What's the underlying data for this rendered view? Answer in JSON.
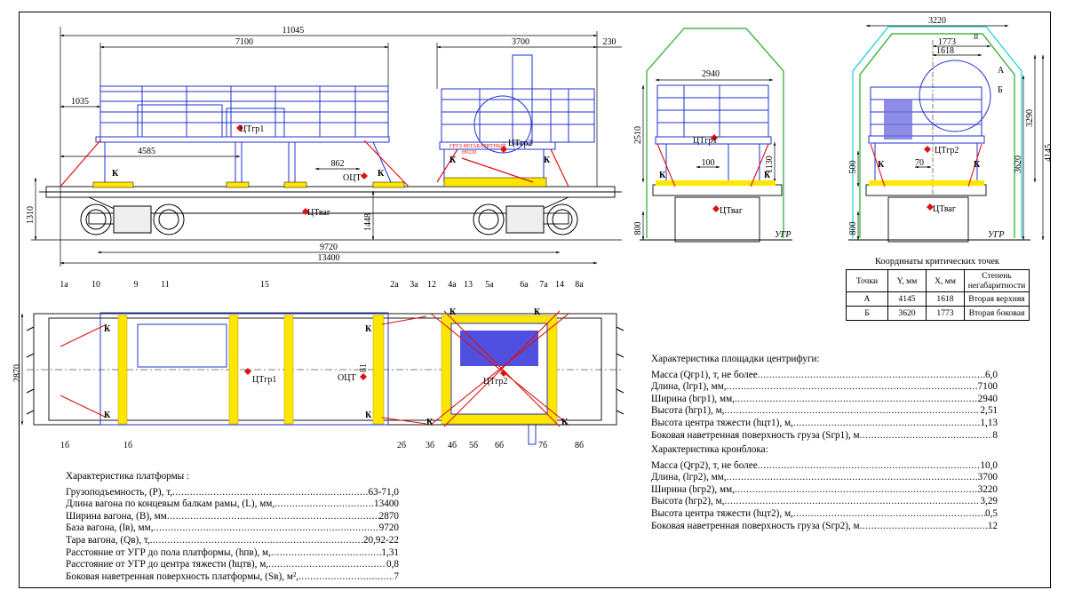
{
  "labels": {
    "ct_gr1": "ЦТгр1",
    "ct_gr2": "ЦТгр2",
    "ct_vag": "ЦТваг",
    "oct": "ОЦТ",
    "k": "К",
    "ugr": "УГР",
    "cargo_tag_line1": "ГРУЗ НЕГАБАРИТНЫЙ",
    "cargo_tag_line2": "Н0220",
    "point_a": "А",
    "point_b": "Б",
    "point_ii": "II"
  },
  "dimensions": {
    "side": {
      "total": "11045",
      "platform_len": "7100",
      "crane_len": "3700",
      "overhang": "230",
      "left_offset": "1035",
      "cg1_offset": "4585",
      "cg_offset": "862",
      "height_total": "1310",
      "floor_height": "1448",
      "base": "9720",
      "length": "13400"
    },
    "plan": {
      "width": "2870",
      "cg_shift": "81"
    },
    "front": {
      "width": "2940",
      "height": "2510",
      "cg_h": "1130",
      "cg_shift": "100",
      "base_h": "800"
    },
    "rear": {
      "width": "3220",
      "dim1773": "1773",
      "dim1618": "1618",
      "h3290": "3290",
      "h3620": "3620",
      "h4145": "4145",
      "h500": "500",
      "shift70": "70",
      "base_h": "800"
    }
  },
  "callouts": {
    "side": [
      "10",
      "9",
      "11",
      "12",
      "13",
      "14"
    ],
    "plan_top": [
      "1а",
      "15",
      "2а",
      "3а",
      "4а",
      "5а",
      "6а",
      "7а",
      "8а"
    ],
    "plan_bottom": [
      "1б",
      "1б",
      "2б",
      "3б",
      "4б",
      "5б",
      "6б",
      "7б",
      "8б"
    ]
  },
  "critical_points": {
    "title": "Координаты критических точек",
    "headers": [
      "Точки",
      "Y, мм",
      "X, мм",
      "Степень негабаритности"
    ],
    "rows": [
      [
        "А",
        "4145",
        "1618",
        "Вторая верхняя"
      ],
      [
        "Б",
        "3620",
        "1773",
        "Вторая боковая"
      ]
    ]
  },
  "platform_char": {
    "title": "Характеристика платформы :",
    "rows": [
      {
        "label": "Грузоподъемность, (Р), т,",
        "value": "63-71,0"
      },
      {
        "label": "Длина вагона по концевым балкам рамы, (L), мм,",
        "value": "13400"
      },
      {
        "label": "Ширина вагона, (В), мм",
        "value": "2870"
      },
      {
        "label": "База вагона, (lв), мм,",
        "value": "9720"
      },
      {
        "label": "Тара вагона, (Qв), т,",
        "value": "20,92-22"
      },
      {
        "label": "Расстояние от УГР до пола платформы, (hпв), м,",
        "value": "1,31"
      },
      {
        "label": "Расстояние от УГР до центра тяжести (hцтв), м,",
        "value": "0,8"
      },
      {
        "label": "Боковая наветренная поверхность платформы, (Sв), м²,",
        "value": "7"
      }
    ]
  },
  "centrifuge_char": {
    "title": "Характеристика площадки центрифуги:",
    "rows": [
      {
        "label": "Масса (Qгр1), т, не более",
        "value": "6,0"
      },
      {
        "label": "Длина, (lгр1), мм,",
        "value": "7100"
      },
      {
        "label": "Ширина (bгр1), мм,",
        "value": "2940"
      },
      {
        "label": "Высота (hгр1), м,",
        "value": "2,51"
      },
      {
        "label": "Высота центра тяжести  (hцт1), м,",
        "value": "1,13"
      },
      {
        "label": "Боковая наветренная поверхность груза (Sгр1), м",
        "value": "8"
      }
    ]
  },
  "crane_char": {
    "title": "Характеристика кронблока:",
    "rows": [
      {
        "label": "Масса (Qгр2), т, не более",
        "value": "10,0"
      },
      {
        "label": "Длина, (lгр2), мм,",
        "value": "3700"
      },
      {
        "label": "Ширина (bгр2), мм,",
        "value": "3220"
      },
      {
        "label": "Высота (hгр2), м,",
        "value": "3,29"
      },
      {
        "label": "Высота центра тяжести  (hцт2), м,",
        "value": "0,5"
      },
      {
        "label": "Боковая наветренная поверхность груза (Sгр2), м",
        "value": "12"
      }
    ]
  }
}
